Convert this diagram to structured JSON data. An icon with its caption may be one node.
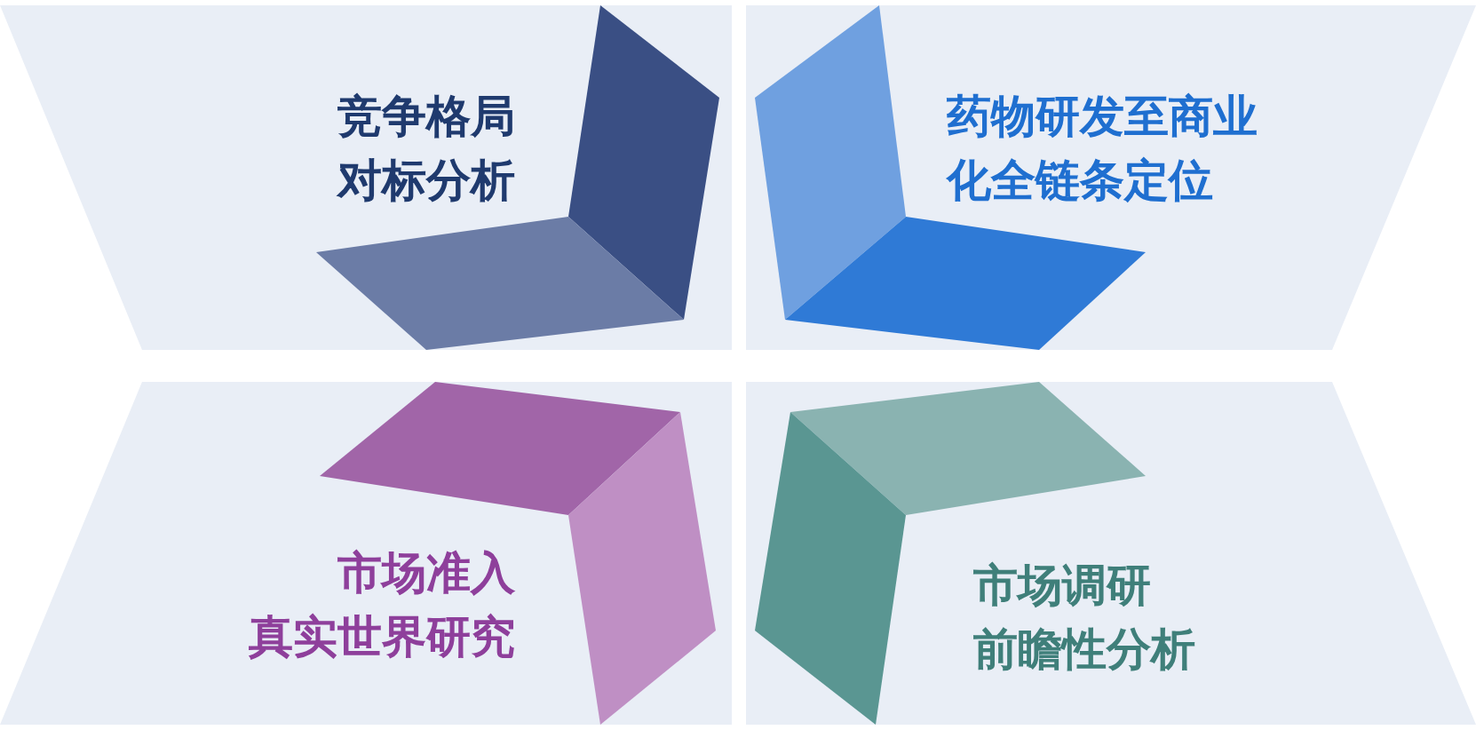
{
  "diagram": {
    "nodes": [
      {
        "text": [
          "竞争格局",
          "对标分析"
        ]
      },
      {
        "text": [
          "药物研发至商业",
          "化全链条定位"
        ]
      },
      {
        "text": [
          "市场准入",
          "真实世界研究"
        ]
      },
      {
        "text": [
          "市场调研",
          "前瞻性分析"
        ]
      }
    ]
  }
}
